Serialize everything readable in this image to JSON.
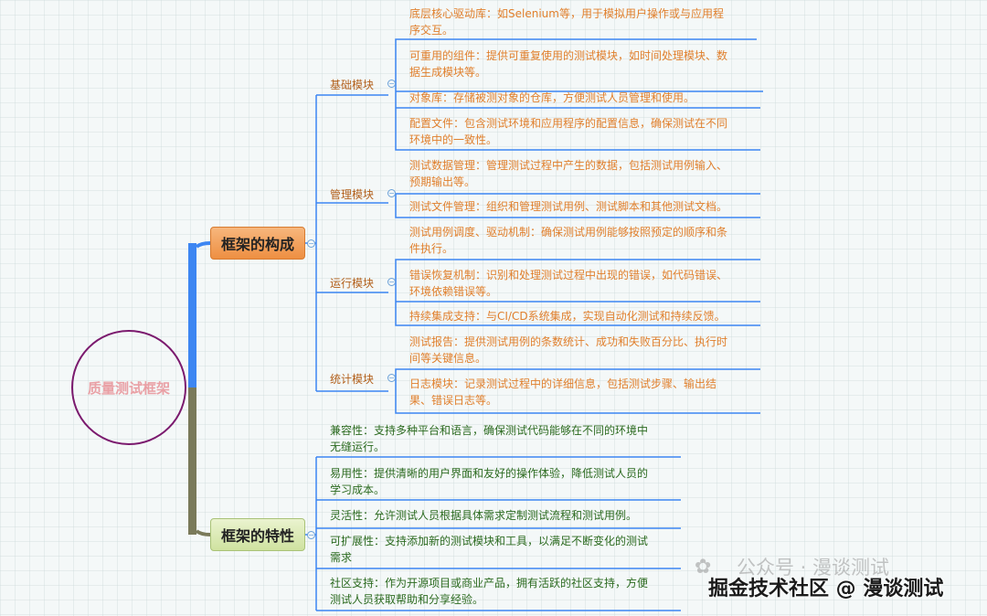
{
  "root": {
    "label": "质量测试框架"
  },
  "branches": [
    {
      "label": "框架的构成",
      "groups": [
        {
          "label": "基础模块",
          "items": [
            "底层核心驱动库：如Selenium等，用于模拟用户操作或与应用程\n序交互。",
            "可重用的组件：提供可重复使用的测试模块，如时间处理模块、数\n据生成模块等。",
            "对象库：存储被测对象的仓库，方便测试人员管理和使用。",
            "配置文件：包含测试环境和应用程序的配置信息，确保测试在不同\n环境中的一致性。"
          ]
        },
        {
          "label": "管理模块",
          "items": [
            "测试数据管理：管理测试过程中产生的数据，包括测试用例输入、\n预期输出等。",
            "测试文件管理：组织和管理测试用例、测试脚本和其他测试文档。"
          ]
        },
        {
          "label": "运行模块",
          "items": [
            "测试用例调度、驱动机制：确保测试用例能够按照预定的顺序和条\n件执行。",
            "错误恢复机制：识别和处理测试过程中出现的错误，如代码错误、\n环境依赖错误等。",
            "持续集成支持：与CI/CD系统集成，实现自动化测试和持续反馈。"
          ]
        },
        {
          "label": "统计模块",
          "items": [
            "测试报告：提供测试用例的条数统计、成功和失败百分比、执行时\n间等关键信息。",
            "日志模块：记录测试过程中的详细信息，包括测试步骤、输出结\n果、错误日志等。"
          ]
        }
      ]
    },
    {
      "label": "框架的特性",
      "items": [
        "兼容性：支持多种平台和语言，确保测试代码能够在不同的环境中\n无缝运行。",
        "易用性：提供清晰的用户界面和友好的操作体验，降低测试人员的\n学习成本。",
        "灵活性：允许测试人员根据具体需求定制测试流程和测试用例。",
        "可扩展性：支持添加新的测试模块和工具，以满足不断变化的测试\n需求",
        "社区支持：作为开源项目或商业产品，拥有活跃的社区支持，方便\n测试人员获取帮助和分享经验。"
      ]
    }
  ],
  "watermark": {
    "line1": "公众号 · 漫谈测试",
    "line2": "掘金技术社区 @ 漫谈测试"
  }
}
